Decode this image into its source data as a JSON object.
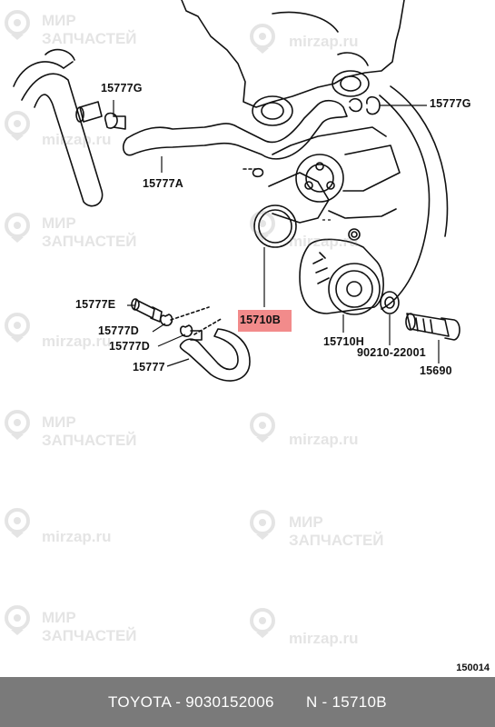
{
  "watermark": {
    "site": "mirzap.ru",
    "name_line1": "МИР",
    "name_line2": "ЗАПЧАСТЕЙ"
  },
  "labels": {
    "l15777G_left": "15777G",
    "l15777G_right": "15777G",
    "l15777A": "15777A",
    "l15777E": "15777E",
    "l15777D_1": "15777D",
    "l15777D_2": "15777D",
    "l15777": "15777",
    "l15710B": "15710B",
    "l15710H": "15710H",
    "l90210": "90210-22001",
    "l15690": "15690"
  },
  "highlight_color": "#f28b8b",
  "diagram_code": "150014",
  "footer": {
    "text": "TOYOTA - 9030152006       N - 15710B"
  }
}
